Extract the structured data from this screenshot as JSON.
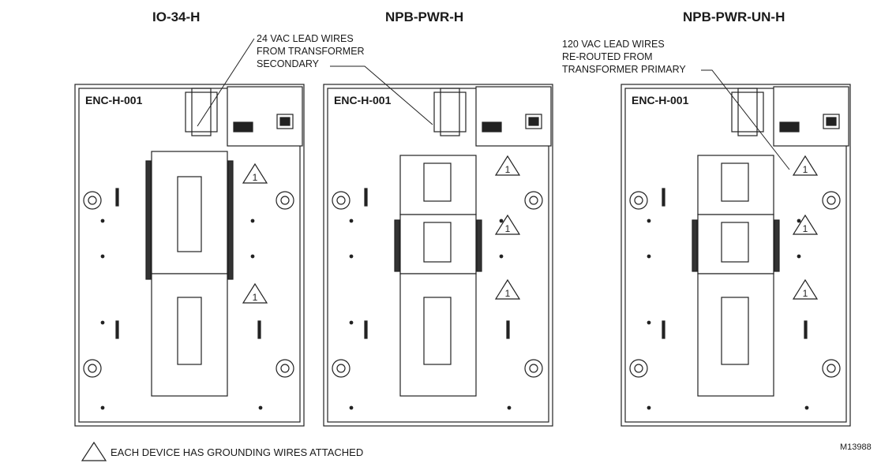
{
  "titles": [
    "IO-34-H",
    "NPB-PWR-H",
    "NPB-PWR-UN-H"
  ],
  "enclosure_label": "ENC-H-001",
  "callouts": {
    "secondary": "24 VAC LEAD WIRES\nFROM TRANSFORMER\nSECONDARY",
    "primary": "120 VAC LEAD WIRES\nRE-ROUTED FROM\nTRANSFORMER PRIMARY"
  },
  "note_number": "1",
  "legend_text": "EACH DEVICE HAS GROUNDING WIRES ATTACHED",
  "figure_id": "M13988"
}
